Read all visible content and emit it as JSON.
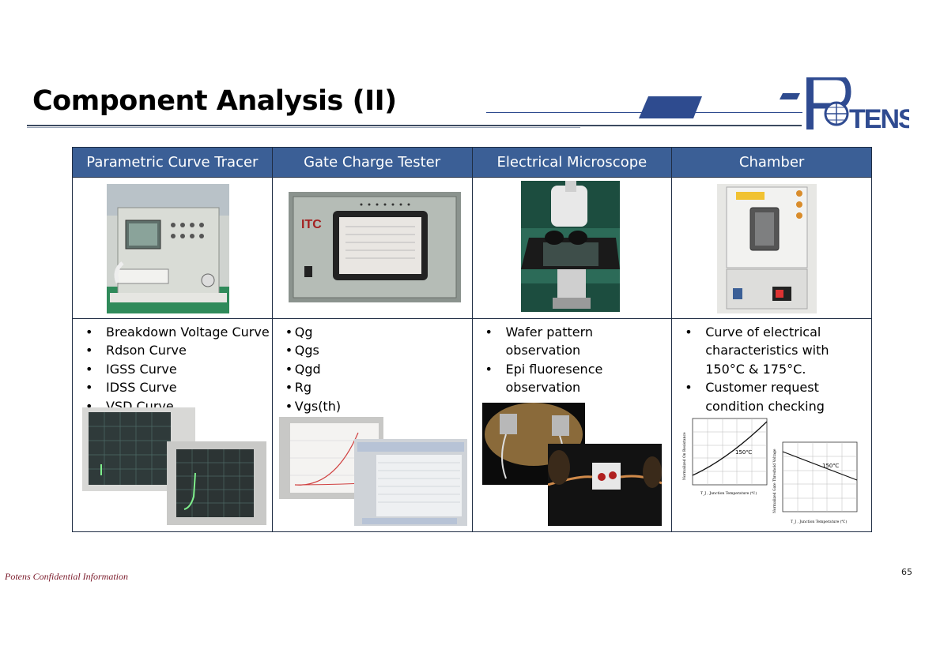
{
  "slide": {
    "title": "Component Analysis (II)",
    "logo_text": "POTENS",
    "footer": "Potens Confidential Information",
    "page_number": "65"
  },
  "columns": [
    {
      "header": "Parametric  Curve Tracer",
      "bullets": [
        "Breakdown Voltage Curve",
        "Rdson Curve",
        "IGSS Curve",
        "IDSS Curve",
        "VSD Curve"
      ]
    },
    {
      "header": "Gate Charge Tester",
      "bullets": [
        "Qg",
        "Qgs",
        "Qgd",
        "Rg",
        "Vgs(th)"
      ],
      "device_label": "ITC"
    },
    {
      "header": "Electrical Microscope",
      "bullets": [
        "Wafer pattern observation",
        "Epi fluoresence observation"
      ]
    },
    {
      "header": "Chamber",
      "bullets": [
        "Curve of electrical characteristics with 150°C & 175°C.",
        "Customer request condition checking"
      ],
      "chart_labels": {
        "left_curve": "150℃",
        "right_curve": "150℃",
        "left_xlabel": "T_J , Junction Temperature (℃)",
        "right_xlabel": "T_J , Junction Temperature (℃)",
        "left_ylabel": "Normalized On Resistance",
        "right_ylabel": "Normalized Gate Threshold Voltage"
      }
    }
  ],
  "colors": {
    "header_bg": "#3b5f96",
    "brand_blue": "#2f4b91",
    "footer_red": "#7a1a2a"
  }
}
